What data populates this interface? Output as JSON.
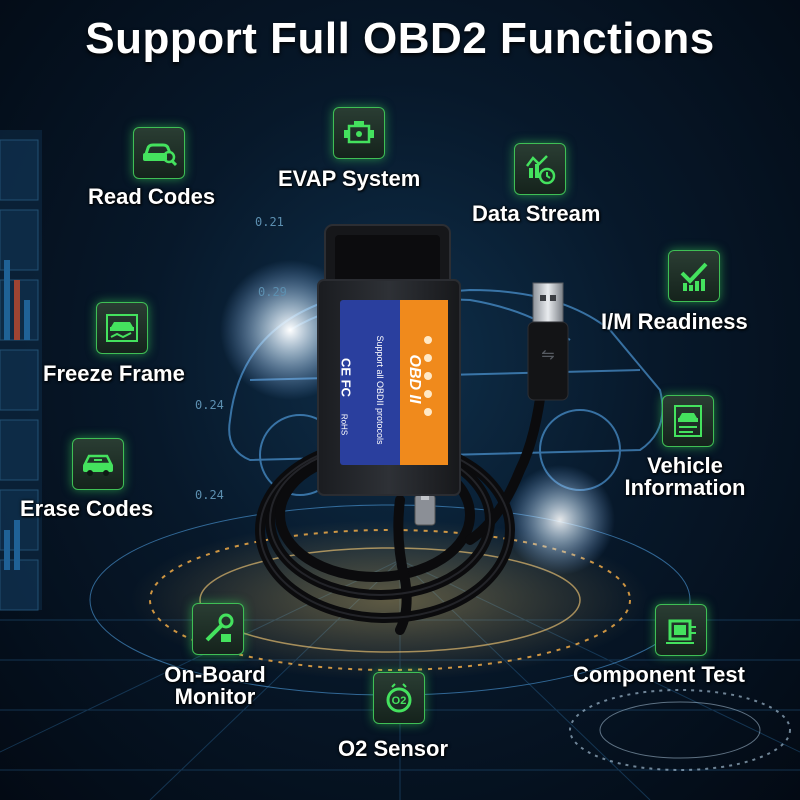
{
  "title": "Support Full OBD2 Functions",
  "colors": {
    "accent": "#3fdc5a",
    "background": "#06121f",
    "adapter_label_orange": "#f08a1c",
    "adapter_label_blue": "#2a3f9e"
  },
  "features": [
    {
      "label": "Read Codes",
      "icon": "car-search-icon"
    },
    {
      "label": "EVAP System",
      "icon": "engine-icon"
    },
    {
      "label": "Data Stream",
      "icon": "chart-clock-icon"
    },
    {
      "label": "I/M Readiness",
      "icon": "checkmark-chart-icon"
    },
    {
      "label": "Freeze Frame",
      "icon": "car-chart-icon"
    },
    {
      "label": "Vehicle Information",
      "line1": "Vehicle",
      "line2": "Information",
      "icon": "vehicle-info-icon"
    },
    {
      "label": "Erase Codes",
      "icon": "car-erase-icon"
    },
    {
      "label": "On-Board Monitor",
      "line1": "On-Board",
      "line2": "Monitor",
      "icon": "wrench-monitor-icon"
    },
    {
      "label": "O2 Sensor",
      "icon": "o2-sensor-icon"
    },
    {
      "label": "Component Test",
      "icon": "component-icon"
    }
  ],
  "adapter": {
    "brand_text": "OBD II",
    "side_text": "Support all OBDII protocols",
    "cert_text": "CE FC",
    "rohs_text": "RoHS"
  },
  "deco_numbers": [
    "0.21",
    "0.29",
    "0.24",
    "0.24"
  ]
}
